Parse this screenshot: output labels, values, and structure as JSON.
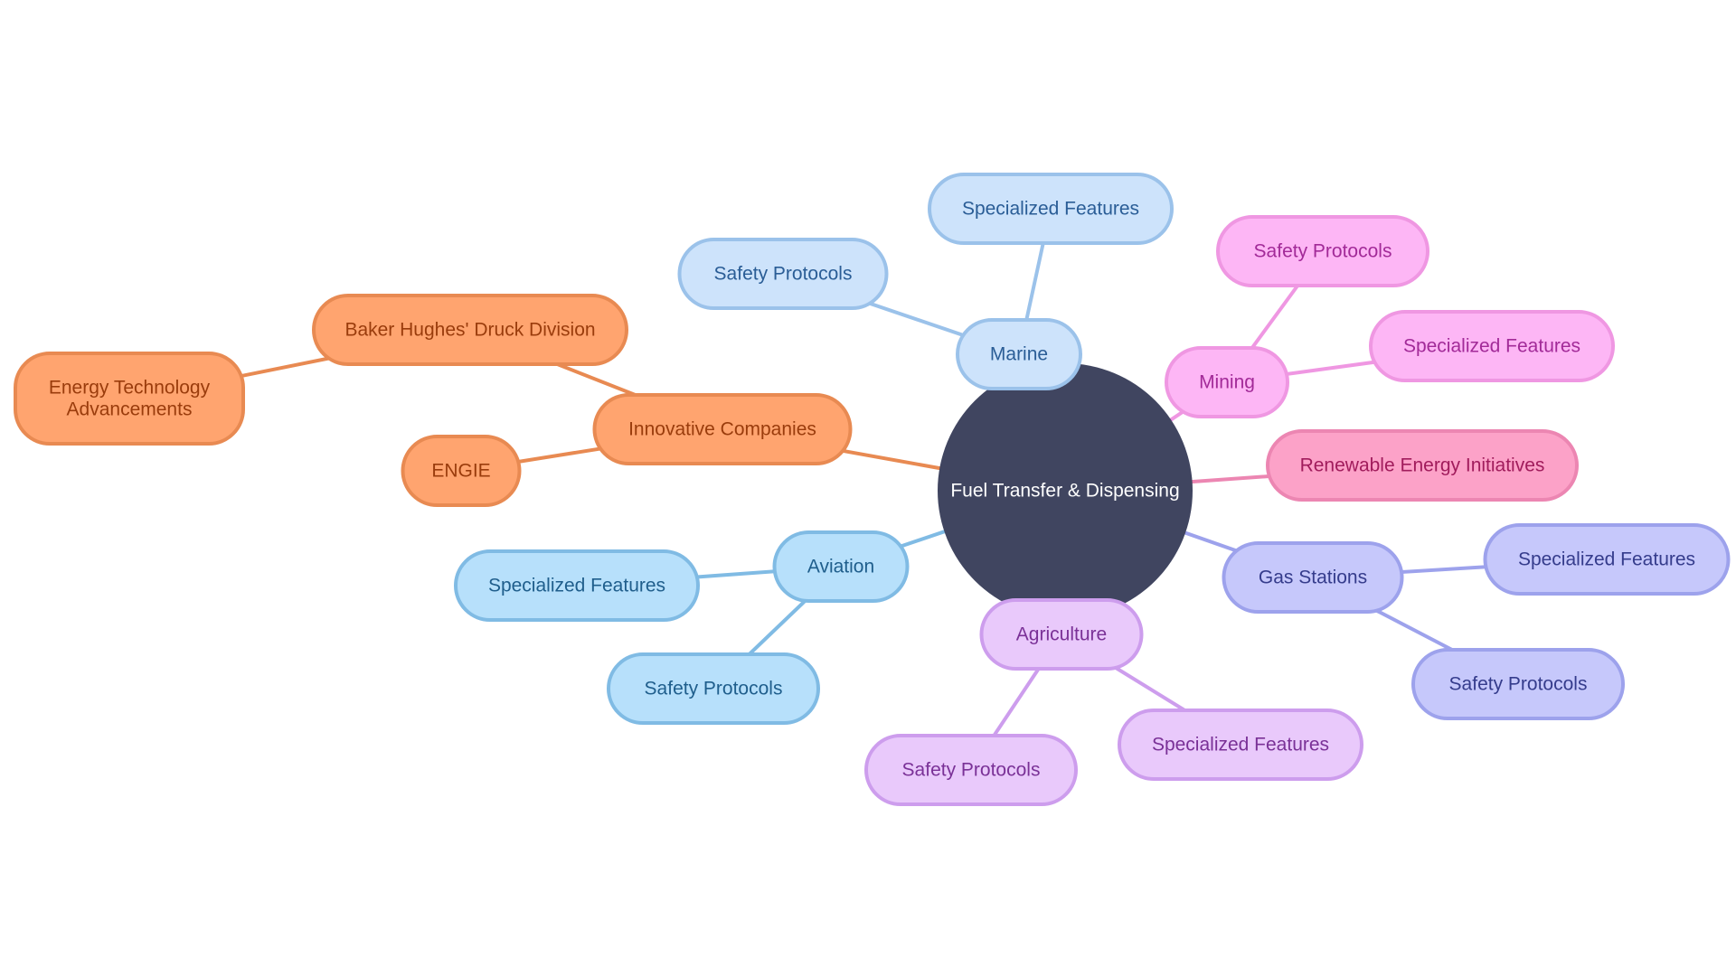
{
  "center": {
    "label": "Fuel Transfer & Dispensing",
    "fill": "#404560",
    "text_color": "#ffffff"
  },
  "branches": [
    {
      "id": "marine",
      "label": "Marine",
      "palette": {
        "fill": "#cde3fb",
        "stroke": "#9bc2ea",
        "text": "#2a5d96",
        "line": "#9bc2ea"
      },
      "children": [
        {
          "label": "Safety Protocols"
        },
        {
          "label": "Specialized Features"
        }
      ]
    },
    {
      "id": "mining",
      "label": "Mining",
      "palette": {
        "fill": "#fdb6f5",
        "stroke": "#ef97e2",
        "text": "#a22a98",
        "line": "#ef97e2"
      },
      "children": [
        {
          "label": "Safety Protocols"
        },
        {
          "label": "Specialized Features"
        }
      ]
    },
    {
      "id": "renewable",
      "label": "Renewable Energy Initiatives",
      "palette": {
        "fill": "#fca2c8",
        "stroke": "#ec86b2",
        "text": "#a11c5c",
        "line": "#ec86b2"
      },
      "children": []
    },
    {
      "id": "gas-stations",
      "label": "Gas Stations",
      "palette": {
        "fill": "#c6c8fb",
        "stroke": "#9da2ec",
        "text": "#353c8c",
        "line": "#9da2ec"
      },
      "children": [
        {
          "label": "Specialized Features"
        },
        {
          "label": "Safety Protocols"
        }
      ]
    },
    {
      "id": "agriculture",
      "label": "Agriculture",
      "palette": {
        "fill": "#e9c9fb",
        "stroke": "#cd9ded",
        "text": "#7a3197",
        "line": "#cd9ded"
      },
      "children": [
        {
          "label": "Safety Protocols"
        },
        {
          "label": "Specialized Features"
        }
      ]
    },
    {
      "id": "aviation",
      "label": "Aviation",
      "palette": {
        "fill": "#b7e0fb",
        "stroke": "#80bbe4",
        "text": "#1f5e8c",
        "line": "#80bbe4"
      },
      "children": [
        {
          "label": "Specialized Features"
        },
        {
          "label": "Safety Protocols"
        }
      ]
    },
    {
      "id": "innovative",
      "label": "Innovative Companies",
      "palette": {
        "fill": "#ffa46f",
        "stroke": "#e88a52",
        "text": "#9a3c0c",
        "line": "#e88a52"
      },
      "children": [
        {
          "label": "Baker Hughes' Druck Division",
          "children": [
            {
              "label": [
                "Energy Technology",
                "Advancements"
              ]
            }
          ]
        },
        {
          "label": "ENGIE"
        }
      ]
    }
  ]
}
